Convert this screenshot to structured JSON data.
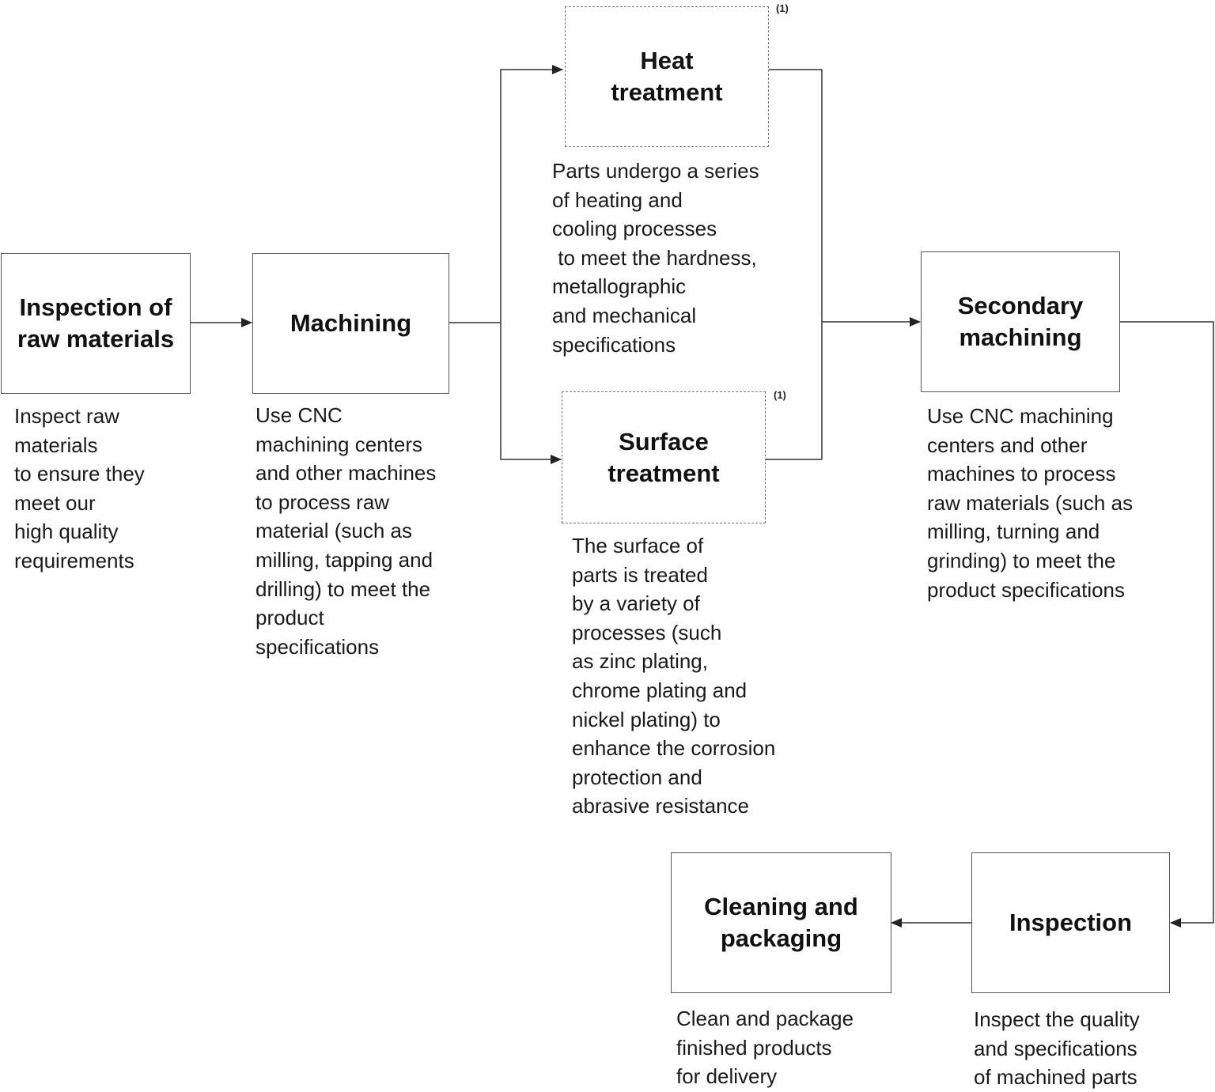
{
  "colors": {
    "line": "#333333",
    "box_border": "#555555",
    "text": "#111111"
  },
  "steps": {
    "raw_inspection": {
      "title": "Inspection of\nraw materials",
      "desc": "Inspect raw\nmaterials\nto ensure they\nmeet our\nhigh quality\nrequirements"
    },
    "machining": {
      "title": "Machining",
      "desc": "Use CNC\nmachining centers\nand other machines\nto process raw\nmaterial (such as\nmilling, tapping and\ndrilling) to meet the\nproduct\nspecifications"
    },
    "heat_treatment": {
      "title": "Heat\ntreatment",
      "note": "(1)",
      "desc": "Parts undergo a series\nof heating and\ncooling processes\n to meet the hardness,\nmetallographic\nand mechanical\nspecifications"
    },
    "surface_treatment": {
      "title": "Surface\ntreatment",
      "note": "(1)",
      "desc": "The surface of\nparts is treated\nby a variety of\nprocesses (such\nas zinc plating,\nchrome plating and\nnickel plating) to\nenhance the corrosion\nprotection and\nabrasive resistance"
    },
    "secondary_machining": {
      "title": "Secondary\nmachining",
      "desc": "Use CNC machining\ncenters and other\nmachines to process\nraw materials (such as\nmilling, turning and\ngrinding) to meet the\nproduct specifications"
    },
    "inspection": {
      "title": "Inspection",
      "desc": "Inspect the quality\nand specifications\nof machined parts"
    },
    "cleaning": {
      "title": "Cleaning and\npackaging",
      "desc": "Clean and package\nfinished products\nfor delivery"
    }
  }
}
